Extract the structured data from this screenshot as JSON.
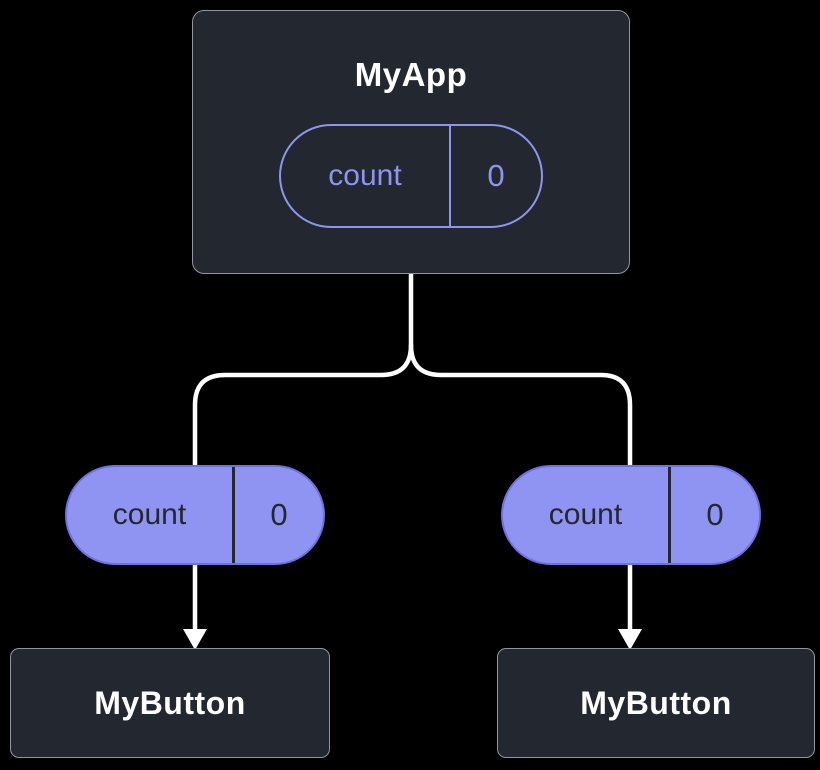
{
  "root": {
    "title": "MyApp",
    "state": {
      "name": "count",
      "value": "0"
    }
  },
  "props": [
    {
      "name": "count",
      "value": "0"
    },
    {
      "name": "count",
      "value": "0"
    }
  ],
  "children": [
    {
      "title": "MyButton"
    },
    {
      "title": "MyButton"
    }
  ],
  "colors": {
    "background": "#000000",
    "node_fill": "#23272f",
    "node_border": "#8f969f",
    "node_text": "#ffffff",
    "state_border": "#8f94f2",
    "state_text": "#8f94f2",
    "pill_fill": "#8f94f2",
    "pill_border": "#6e72e0",
    "pill_text": "#23272f",
    "pill_divider": "#23272f",
    "connector": "#ffffff"
  }
}
